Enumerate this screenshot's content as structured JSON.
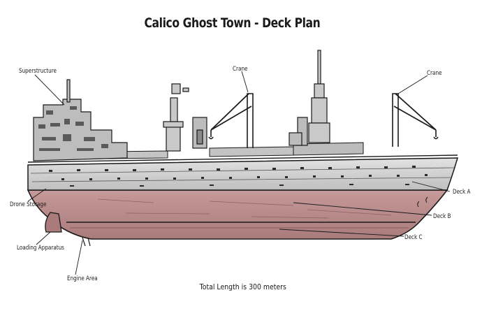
{
  "title": "Calico Ghost Town - Deck Plan",
  "footer": "Total Length is 300 meters",
  "labels": {
    "superstructure": "Superstructure",
    "crane_1": "Crane",
    "crane_2": "Crane",
    "drone_storage": "Drone Storage",
    "loading_apparatus": "Loading Apparatus",
    "engine_area": "Engine Area",
    "deck_a": "Deck A",
    "deck_b": "Deck B",
    "deck_c": "Deck C"
  },
  "colors": {
    "hull_lower": "#b98c8c",
    "hull_lower_dark": "#9a6d6d",
    "hull_upper": "#cfcfcf",
    "superstructure": "#bdbdbd",
    "outline": "#1a1a1a"
  }
}
